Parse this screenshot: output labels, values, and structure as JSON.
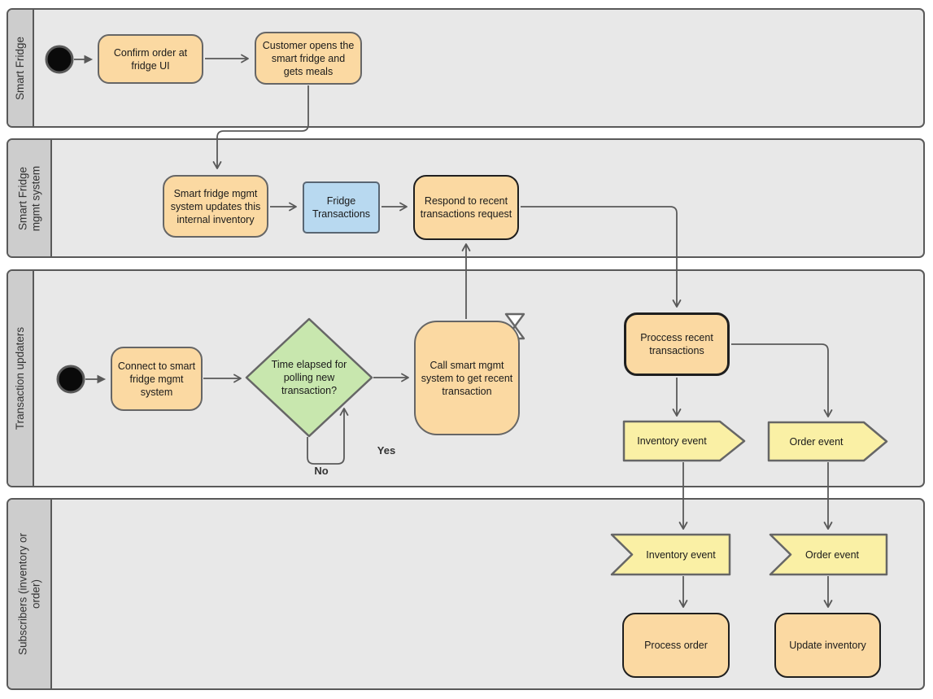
{
  "lanes": [
    {
      "label": "Smart Fridge"
    },
    {
      "label": "Smart Fridge mgmt system"
    },
    {
      "label": "Transaction updaters"
    },
    {
      "label": "Subscribers (inventory or order)"
    }
  ],
  "nodes": {
    "confirm_order": "Confirm order at fridge UI",
    "customer_opens": "Customer opens the smart fridge and gets meals",
    "mgmt_updates": "Smart fridge mgmt system updates this internal inventory",
    "fridge_transactions": "Fridge Transactions",
    "respond_recent": "Respond to recent transactions request",
    "connect_mgmt": "Connect to smart fridge mgmt system",
    "time_elapsed": "Time elapsed for polling new transaction?",
    "call_mgmt": "Call smart mgmt system to get recent transaction",
    "process_recent": "Proccess recent transactions",
    "inventory_event_send": "Inventory  event",
    "order_event_send": "Order event",
    "inventory_event_recv": "Inventory event",
    "order_event_recv": "Order event",
    "process_order": "Process order",
    "update_inventory": "Update inventory"
  },
  "edge_labels": {
    "yes": "Yes",
    "no": "No"
  },
  "icons": {
    "start_node": "initial-state-icon",
    "timer": "hourglass-icon"
  },
  "colors": {
    "node_orange": "#fbd9a2",
    "node_blue": "#b8d9f0",
    "node_green": "#c8e7ae",
    "node_yellow": "#faf0a5",
    "lane_header": "#cdcdcd",
    "lane_body": "#e8e8e8",
    "border_gray": "#595959",
    "border_black": "#1f1f1f",
    "connector": "#595959"
  }
}
